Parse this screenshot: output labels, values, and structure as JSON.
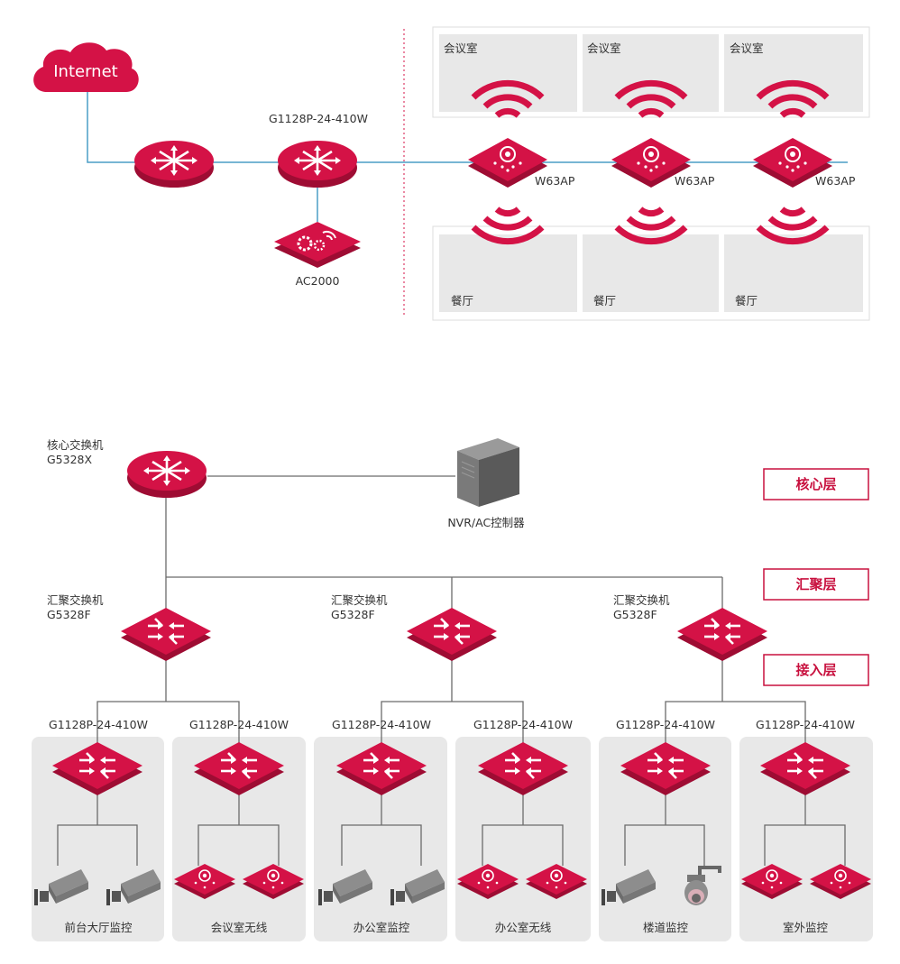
{
  "top": {
    "internet": "Internet",
    "core_switch": "G1128P-24-410W",
    "controller": "AC2000",
    "ap_label": "W63AP",
    "meeting_room": "会议室",
    "restaurant": "餐厅"
  },
  "bottom": {
    "core": {
      "title": "核心交换机",
      "model": "G5328X"
    },
    "nvr": "NVR/AC控制器",
    "layers": [
      "核心层",
      "汇聚层",
      "接入层"
    ],
    "agg": [
      {
        "title": "汇聚交换机",
        "model": "G5328F"
      },
      {
        "title": "汇聚交换机",
        "model": "G5328F"
      },
      {
        "title": "汇聚交换机",
        "model": "G5328F"
      }
    ],
    "access": [
      {
        "model": "G1128P-24-410W",
        "label": "前台大厅监控"
      },
      {
        "model": "G1128P-24-410W",
        "label": "会议室无线"
      },
      {
        "model": "G1128P-24-410W",
        "label": "办公室监控"
      },
      {
        "model": "G1128P-24-410W",
        "label": "办公室无线"
      },
      {
        "model": "G1128P-24-410W",
        "label": "楼道监控"
      },
      {
        "model": "G1128P-24-410W",
        "label": "室外监控"
      }
    ]
  },
  "colors": {
    "brand": "#d41246",
    "brand_dark": "#9e0c33",
    "line_blue": "#4a9ec6",
    "line_gray": "#6b6b6b",
    "panel": "#e8e8e8"
  }
}
